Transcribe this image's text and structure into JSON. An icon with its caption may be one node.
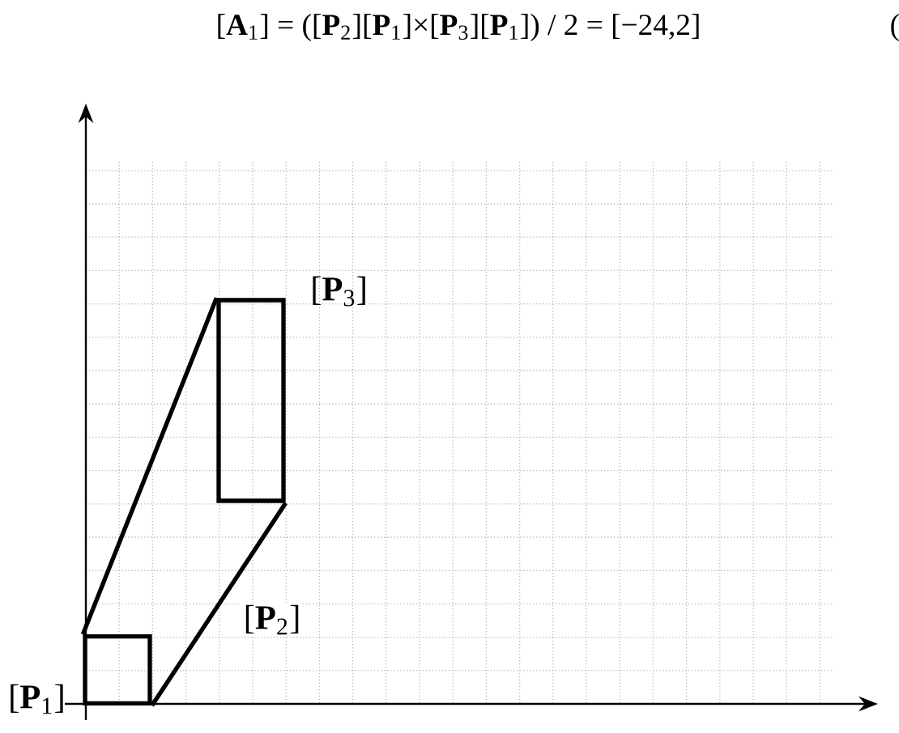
{
  "diagram": {
    "title": "[**A**$_{1}$] = ([**P**$_{2}$][**P**$_{1}$]×[**P**$_{3}$][**P**$_{1}$]) / 2 = [−24,2]",
    "nodes": [
      {
        "text": [
          "[**P**$_{1}$]"
        ]
      },
      {
        "text": [
          "[**P**$_{3}$]"
        ]
      }
    ],
    "edges": [
      {
        "from": 0,
        "to": 1,
        "arrow": "none"
      },
      {
        "from": 0,
        "to": 1,
        "arrow": "none",
        "label": "[**P**$_{2}$]"
      }
    ],
    "labels": [
      "("
    ]
  }
}
